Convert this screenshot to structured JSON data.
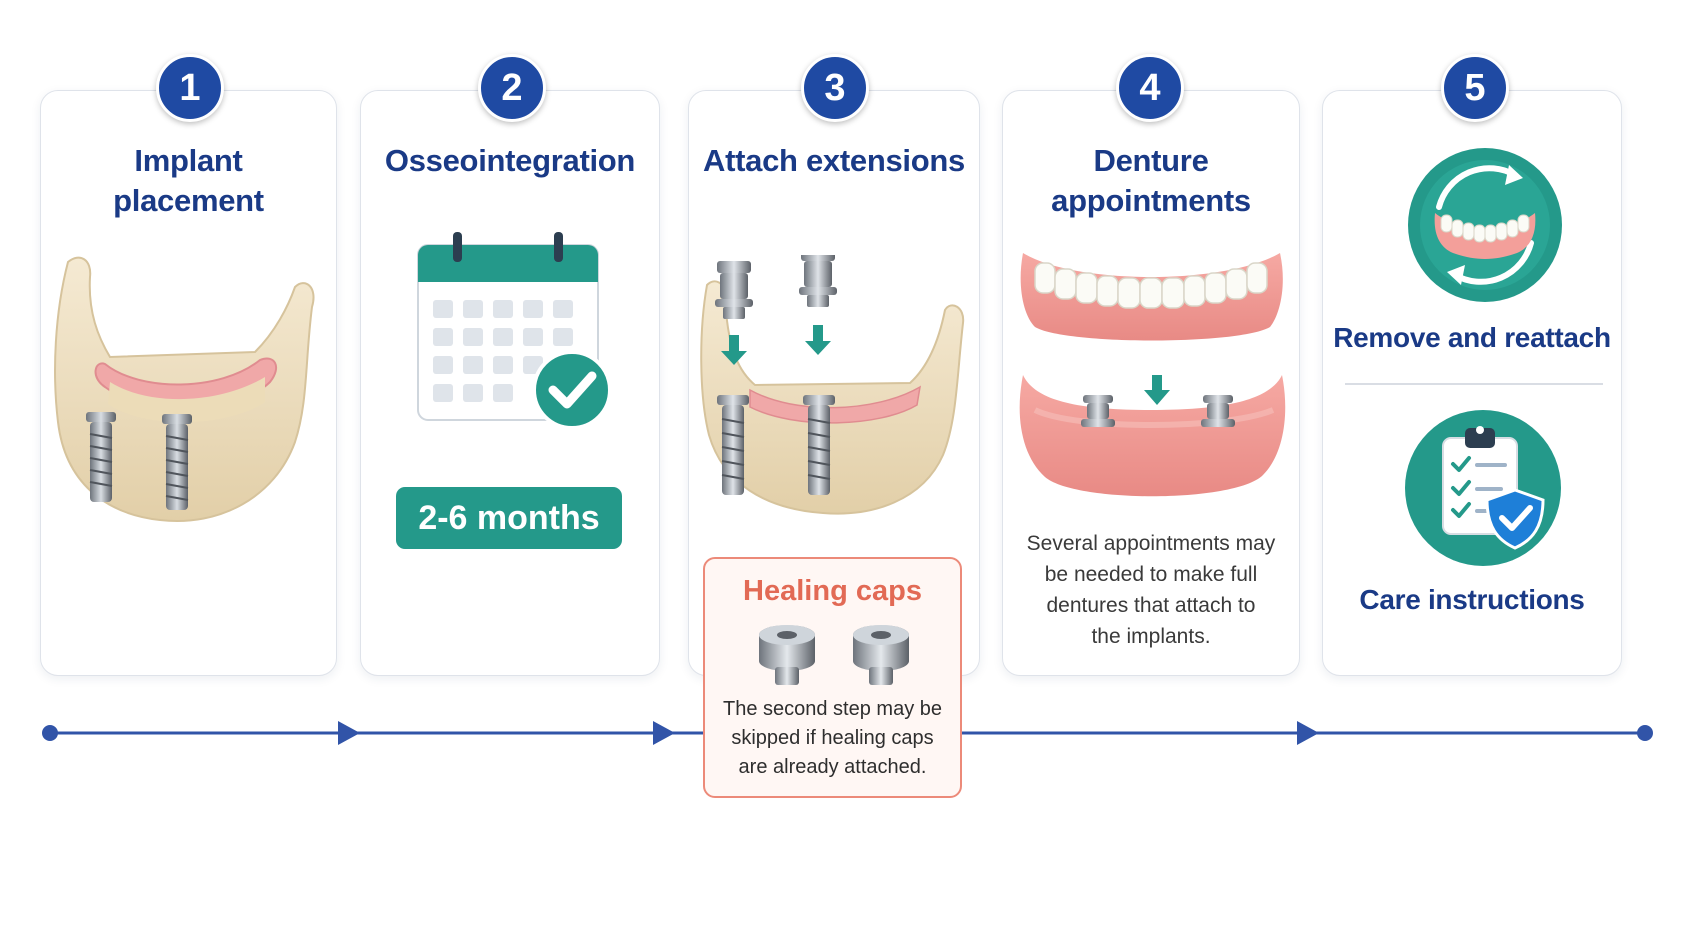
{
  "steps": [
    {
      "number": "1",
      "title_line1": "Implant",
      "title_line2": "placement"
    },
    {
      "number": "2",
      "title": "Osseointegration",
      "duration": "2-6 months"
    },
    {
      "number": "3",
      "title": "Attach extensions"
    },
    {
      "number": "4",
      "title_line1": "Denture",
      "title_line2": "appointments",
      "description": [
        "Several appointments may",
        "be needed to make full",
        "dentures that attach to",
        "the implants."
      ]
    },
    {
      "number": "5",
      "label_top": "Remove and reattach",
      "label_bottom": "Care instructions"
    }
  ],
  "note": {
    "title": "Healing caps",
    "text": [
      "The second step may be",
      "skipped if healing caps",
      "are already attached."
    ]
  },
  "colors": {
    "navy": "#1f4aa3",
    "title": "#1a3a86",
    "teal": "#24998a",
    "coral": "#e26a55",
    "timeline": "#3154a8"
  },
  "icons": [
    "jaw-with-implants",
    "calendar-check-icon",
    "abutment-extension",
    "denture-on-implants",
    "rotate-arrows-icon",
    "clipboard-shield-icon",
    "healing-cap-icon"
  ]
}
